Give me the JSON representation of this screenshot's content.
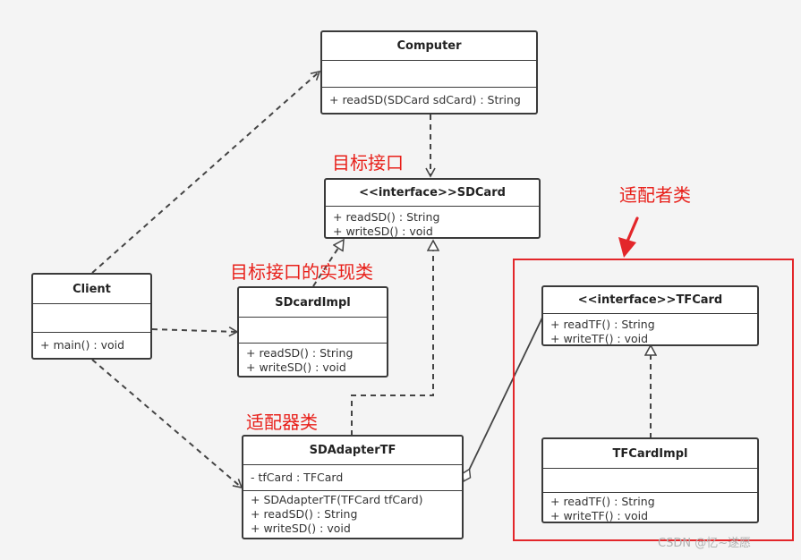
{
  "classes": {
    "computer": {
      "name": "Computer",
      "members": [
        "+ readSD(SDCard sdCard) : String"
      ]
    },
    "sdcard": {
      "name": "<<interface>>SDCard",
      "members": [
        "+ readSD() : String",
        "+ writeSD() : void"
      ]
    },
    "client": {
      "name": "Client",
      "members": [
        "+ main() : void"
      ]
    },
    "sdcardimpl": {
      "name": "SDcardImpl",
      "members": [
        "+ readSD() : String",
        "+ writeSD() : void"
      ]
    },
    "tfcard": {
      "name": "<<interface>>TFCard",
      "members": [
        "+ readTF() : String",
        "+ writeTF() : void"
      ]
    },
    "tfcardimpl": {
      "name": "TFCardImpl",
      "members": [
        "+ readTF() : String",
        "+ writeTF() : void"
      ]
    },
    "adapter": {
      "name": "SDAdapterTF",
      "attributes": [
        "- tfCard : TFCard"
      ],
      "members": [
        "+ SDAdapterTF(TFCard tfCard)",
        "+ readSD() : String",
        "+ writeSD() : void"
      ]
    }
  },
  "labels": {
    "target_interface": "目标接口",
    "target_impl": "目标接口的实现类",
    "adapter_class": "适配器类",
    "adaptee_class": "适配者类"
  },
  "colors": {
    "annotation": "#e8201a",
    "frame": "#e3262a",
    "box_border": "#3a3a3a",
    "connector": "#444444"
  },
  "watermark": "CSDN @忆~遂愿"
}
